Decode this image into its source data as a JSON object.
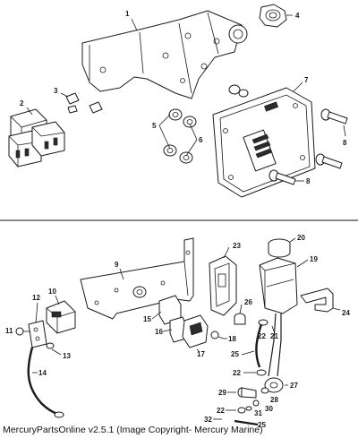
{
  "footer": {
    "text": "MercuryPartsOnline v2.5.1 (Image Copyright- Mercury Marine)"
  },
  "top_section": {
    "callouts": [
      "1",
      "2",
      "3",
      "4",
      "5",
      "6",
      "7",
      "8",
      "8"
    ]
  },
  "bottom_section": {
    "callouts": [
      "9",
      "10",
      "11",
      "12",
      "13",
      "14",
      "15",
      "16",
      "17",
      "18",
      "19",
      "20",
      "21",
      "22",
      "22",
      "22",
      "23",
      "24",
      "25",
      "25",
      "26",
      "27",
      "28",
      "29",
      "30",
      "31",
      "32"
    ]
  },
  "colors": {
    "line": "#1a1a1a",
    "background": "#ffffff"
  }
}
